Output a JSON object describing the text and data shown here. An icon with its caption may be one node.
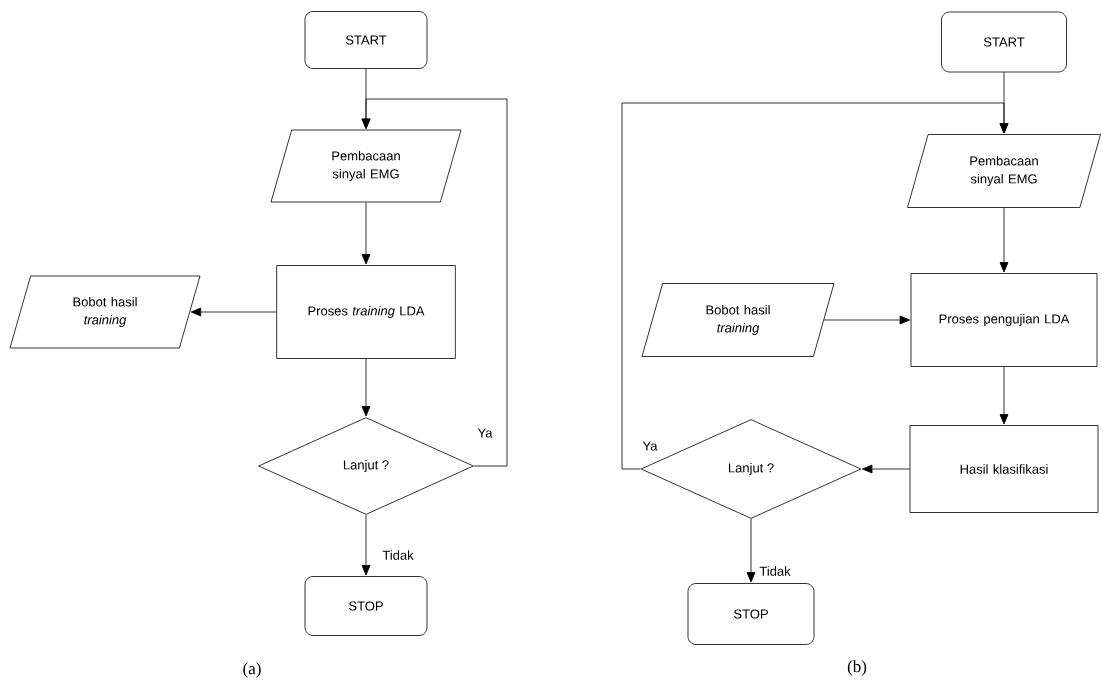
{
  "diagram": {
    "nodes": [
      {
        "text": [
          "START"
        ]
      },
      {
        "text": [
          "Pembacaan sinyal EMG"
        ]
      },
      {
        "text": [
          "Proses *training* LDA"
        ]
      },
      {
        "text": [
          "Bobot hasil *training*"
        ]
      },
      {
        "text": [
          "Lanjut ?"
        ]
      },
      {
        "text": [
          "STOP"
        ]
      },
      {
        "text": [
          "START"
        ]
      },
      {
        "text": [
          "Pembacaan sinyal EMG"
        ]
      },
      {
        "text": [
          "Bobot hasil *training*"
        ]
      },
      {
        "text": [
          "Proses pengujian  LDA"
        ]
      },
      {
        "text": [
          "Hasil klasifikasi"
        ]
      },
      {
        "text": [
          "Lanjut ?"
        ]
      },
      {
        "text": [
          "STOP"
        ]
      }
    ],
    "edges": [
      {
        "from": 0,
        "to": 1,
        "arrow": "to"
      },
      {
        "from": 1,
        "to": 2,
        "arrow": "to"
      },
      {
        "from": 2,
        "to": 3,
        "arrow": "to"
      },
      {
        "from": 2,
        "to": 4,
        "arrow": "to"
      },
      {
        "from": 4,
        "to": 5,
        "arrow": "to",
        "label": "Tidak"
      },
      {
        "from": 4,
        "to": 1,
        "arrow": "to",
        "label": "Ya"
      },
      {
        "from": 6,
        "to": 7,
        "arrow": "to"
      },
      {
        "from": 7,
        "to": 9,
        "arrow": "to"
      },
      {
        "from": 8,
        "to": 9,
        "arrow": "to"
      },
      {
        "from": 9,
        "to": 10,
        "arrow": "to"
      },
      {
        "from": 10,
        "to": 11,
        "arrow": "to"
      },
      {
        "from": 11,
        "to": 7,
        "arrow": "to",
        "label": "Ya"
      },
      {
        "from": 11,
        "to": 12,
        "arrow": "to",
        "label": "Tidak"
      }
    ],
    "labels": [
      "(a)",
      "(b)"
    ]
  }
}
